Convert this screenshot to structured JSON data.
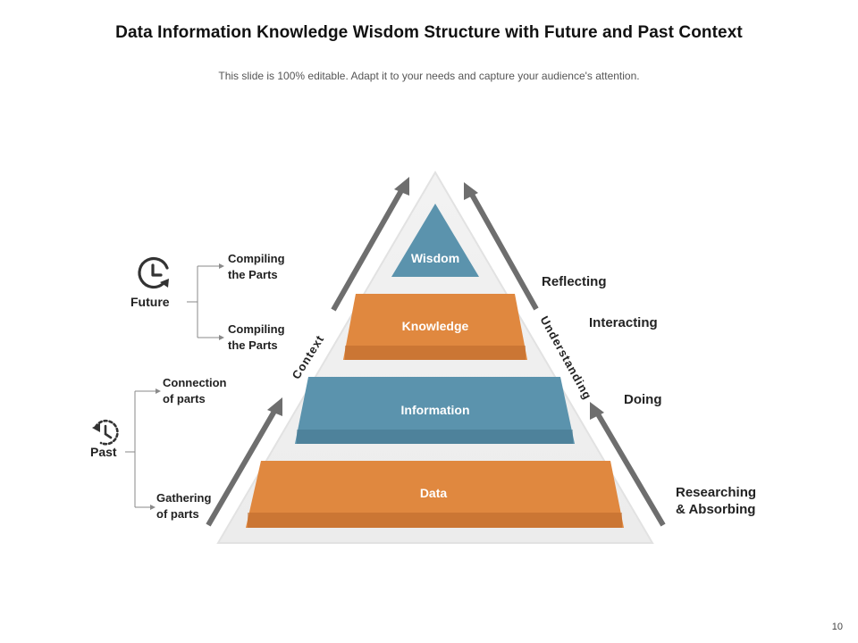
{
  "slide": {
    "title": "Data Information Knowledge  Wisdom Structure with Future and Past Context",
    "subtitle": "This slide is 100% editable. Adapt it to your needs and capture your audience's attention.",
    "page_number": "10"
  },
  "pyramid": {
    "tiers": [
      {
        "label": "Wisdom",
        "color": "#5b93ad"
      },
      {
        "label": "Knowledge",
        "color": "#e0883f"
      },
      {
        "label": "Information",
        "color": "#5b93ad"
      },
      {
        "label": "Data",
        "color": "#e0883f"
      }
    ],
    "left_axis_label": "Context",
    "right_axis_label": "Understanding"
  },
  "right_labels": {
    "reflecting": "Reflecting",
    "interacting": "Interacting",
    "doing": "Doing",
    "researching_line1": "Researching",
    "researching_line2": "& Absorbing"
  },
  "future": {
    "label": "Future",
    "icon": "clock-forward-icon",
    "item1_line1": "Compiling",
    "item1_line2": "the Parts",
    "item2_line1": "Compiling",
    "item2_line2": "the Parts"
  },
  "past": {
    "label": "Past",
    "icon": "clock-history-icon",
    "item1_line1": "Connection",
    "item1_line2": "of parts",
    "item2_line1": "Gathering",
    "item2_line2": "of parts"
  }
}
